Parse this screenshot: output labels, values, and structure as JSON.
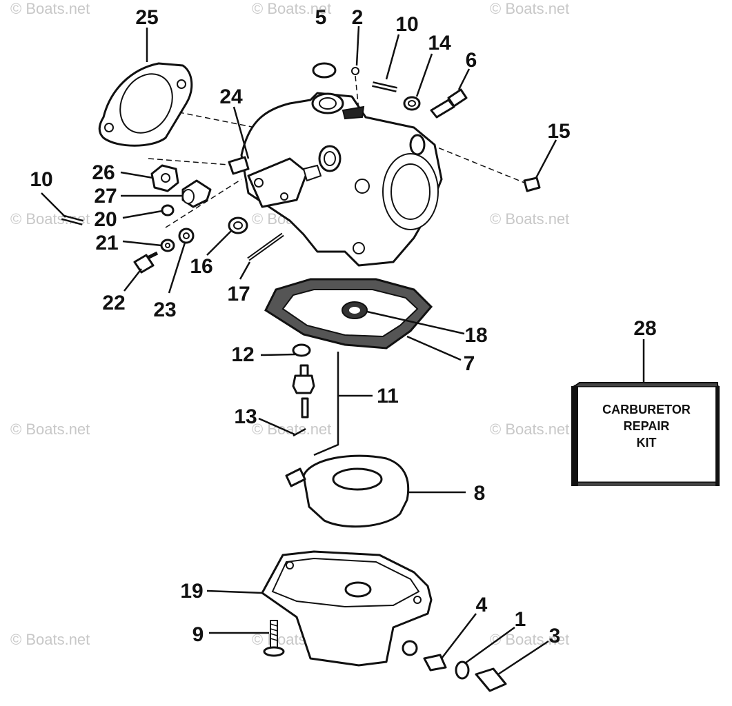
{
  "watermark": "© Boats.net",
  "callouts": {
    "c1": "1",
    "c2": "2",
    "c3": "3",
    "c4": "4",
    "c5": "5",
    "c6": "6",
    "c7": "7",
    "c8": "8",
    "c9": "9",
    "c10a": "10",
    "c10b": "10",
    "c11": "11",
    "c12": "12",
    "c13": "13",
    "c14": "14",
    "c15": "15",
    "c16": "16",
    "c17": "17",
    "c18": "18",
    "c19": "19",
    "c20": "20",
    "c21": "21",
    "c22": "22",
    "c23": "23",
    "c24": "24",
    "c25": "25",
    "c26": "26",
    "c27": "27",
    "c28": "28"
  },
  "kit": {
    "line1": "CARBURETOR",
    "line2": "REPAIR",
    "line3": "KIT"
  }
}
